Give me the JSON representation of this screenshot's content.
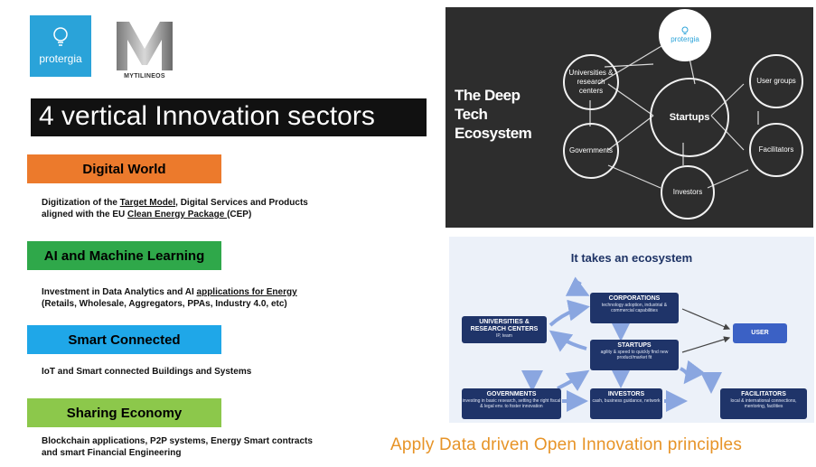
{
  "logos": {
    "protergia": "protergia",
    "mytilineos": "MYTILINEOS"
  },
  "title": "4 vertical Innovation sectors",
  "sectors": [
    {
      "label": "Digital World",
      "color": "#ec7a2c",
      "desc": [
        [
          "Digitization of the ",
          "Target Model",
          ", Digital Services and Products"
        ],
        [
          "aligned with the EU ",
          "Clean Energy Package ",
          "(CEP)"
        ]
      ]
    },
    {
      "label": "AI and Machine Learning",
      "color": "#2fa84a",
      "desc": [
        [
          "Investment in Data Analytics and AI ",
          "applications for Energy",
          ""
        ],
        [
          "(Retails, Wholesale, Aggregators, PPAs, Industry 4.0, etc)",
          "",
          ""
        ]
      ]
    },
    {
      "label": "Smart Connected",
      "color": "#1fa7e8",
      "desc": [
        [
          "IoT and Smart connected Buildings and Systems",
          "",
          ""
        ]
      ]
    },
    {
      "label": "Sharing Economy",
      "color": "#8cc84b",
      "desc": [
        [
          "Blockchain applications, P2P systems, Energy Smart contracts",
          "",
          ""
        ],
        [
          "and smart Financial Engineering",
          "",
          ""
        ]
      ]
    }
  ],
  "deep_tech": {
    "heading_lines": [
      "The Deep",
      "Tech",
      "Ecosystem"
    ],
    "logo": "protergia",
    "center": "Startups",
    "nodes": [
      "Universities & research centers",
      "User groups",
      "Governments",
      "Facilitators",
      "Investors"
    ]
  },
  "ecosystem": {
    "title": "It takes an ecosystem",
    "boxes": {
      "universities": {
        "title": "UNIVERSITIES & RESEARCH CENTERS",
        "sub": "IP, team"
      },
      "corporations": {
        "title": "CORPORATIONS",
        "sub": "technology adoption, industrial & commercial capabilities"
      },
      "startups": {
        "title": "STARTUPS",
        "sub": "agility & speed to quickly find new product/market fit"
      },
      "user": {
        "title": "USER",
        "sub": ""
      },
      "governments": {
        "title": "GOVERNMENTS",
        "sub": "investing in basic research, setting the right fiscal & legal env. to foster innovation"
      },
      "investors": {
        "title": "INVESTORS",
        "sub": "cash, business guidance, network"
      },
      "facilitators": {
        "title": "FACILITATORS",
        "sub": "local & international connections, mentoring, facilities"
      }
    }
  },
  "footer": "Apply Data driven Open Innovation principles"
}
